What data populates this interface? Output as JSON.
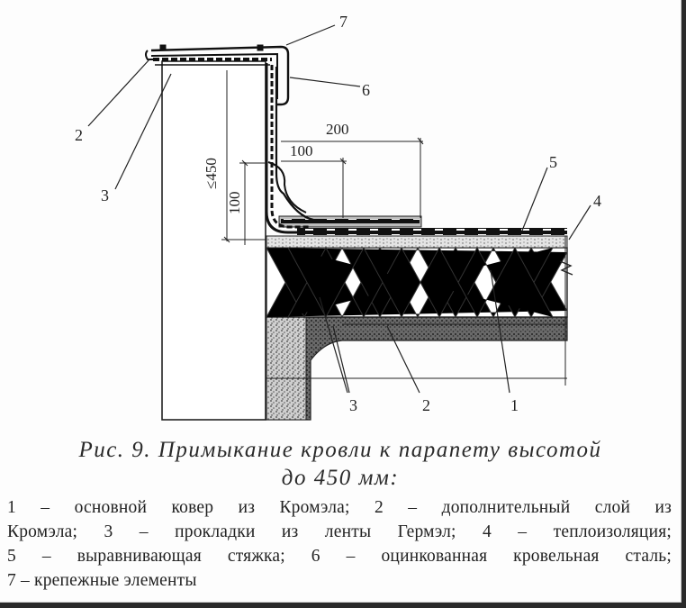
{
  "figure": {
    "caption_line1": "Рис.  9. Примыкание кровли к парапету высотой",
    "caption_line2": "до 450 мм:",
    "legend_lines": [
      "1 – основной ковер из Кромэла; 2 – дополнительный слой из",
      "Кромэла; 3 – прокладки из ленты Гермэл; 4 – теплоизоляция;",
      "5 – выравнивающая стяжка; 6 – оцинкованная кровельная сталь;",
      "7 –  крепежные  элементы"
    ]
  },
  "diagram": {
    "callouts": {
      "n7": "7",
      "n6": "6",
      "n2_top": "2",
      "n3_top": "3",
      "n5": "5",
      "n4": "4",
      "n3_bottom": "3",
      "n2_bottom": "2",
      "n1": "1"
    },
    "dimensions": {
      "d200": "200",
      "d100_horizontal": "100",
      "d450": "≤450",
      "d100_vertical": "100"
    }
  },
  "colors": {
    "paper": "#fdfdfd",
    "ink": "#222222",
    "concrete": "#555555",
    "background": "#2a2a2a"
  }
}
